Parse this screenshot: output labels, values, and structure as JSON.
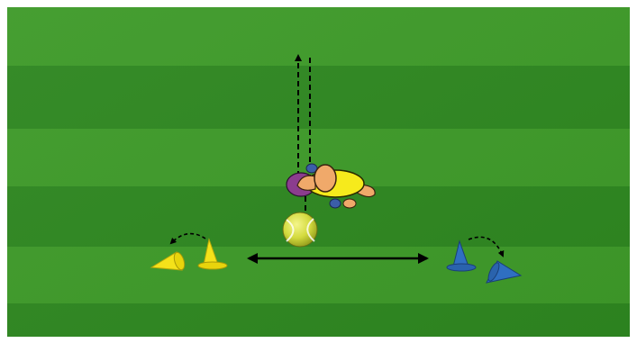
{
  "diagram": {
    "kind": "soccer-drill",
    "pitch": {
      "stripe_count": 6,
      "stripe_color_a": "#3f9a2a",
      "stripe_color_b": "#2f8720",
      "border_color": "#ffffff"
    },
    "elements": {
      "player": {
        "icon": "player-topdown-icon",
        "shirt_color": "#f6ea1c",
        "skin_color": "#f0a96a",
        "shorts_color": "#8b3d8e",
        "socks_color": "#3b5ea8"
      },
      "ball": {
        "icon": "tennis-ball-icon",
        "color": "#d9e04a"
      },
      "yellow_cones": {
        "icon": "yellow-cone-icon",
        "count": 2,
        "color": "#f4e21a"
      },
      "blue_cones": {
        "icon": "blue-cone-icon",
        "count": 2,
        "color": "#2f6fc2"
      },
      "arrows": [
        {
          "icon": "dashed-arrow-up-icon",
          "style": "dashed",
          "direction": "up"
        },
        {
          "icon": "dashed-arrow-down-icon",
          "style": "dashed",
          "direction": "down"
        },
        {
          "icon": "double-arrow-horizontal-icon",
          "style": "solid",
          "direction": "both"
        },
        {
          "icon": "curved-dashed-arrow-icon",
          "style": "dashed-curved",
          "direction": "left"
        },
        {
          "icon": "curved-dashed-arrow-icon",
          "style": "dashed-curved",
          "direction": "right"
        }
      ],
      "arrow_color": "#000000"
    }
  }
}
